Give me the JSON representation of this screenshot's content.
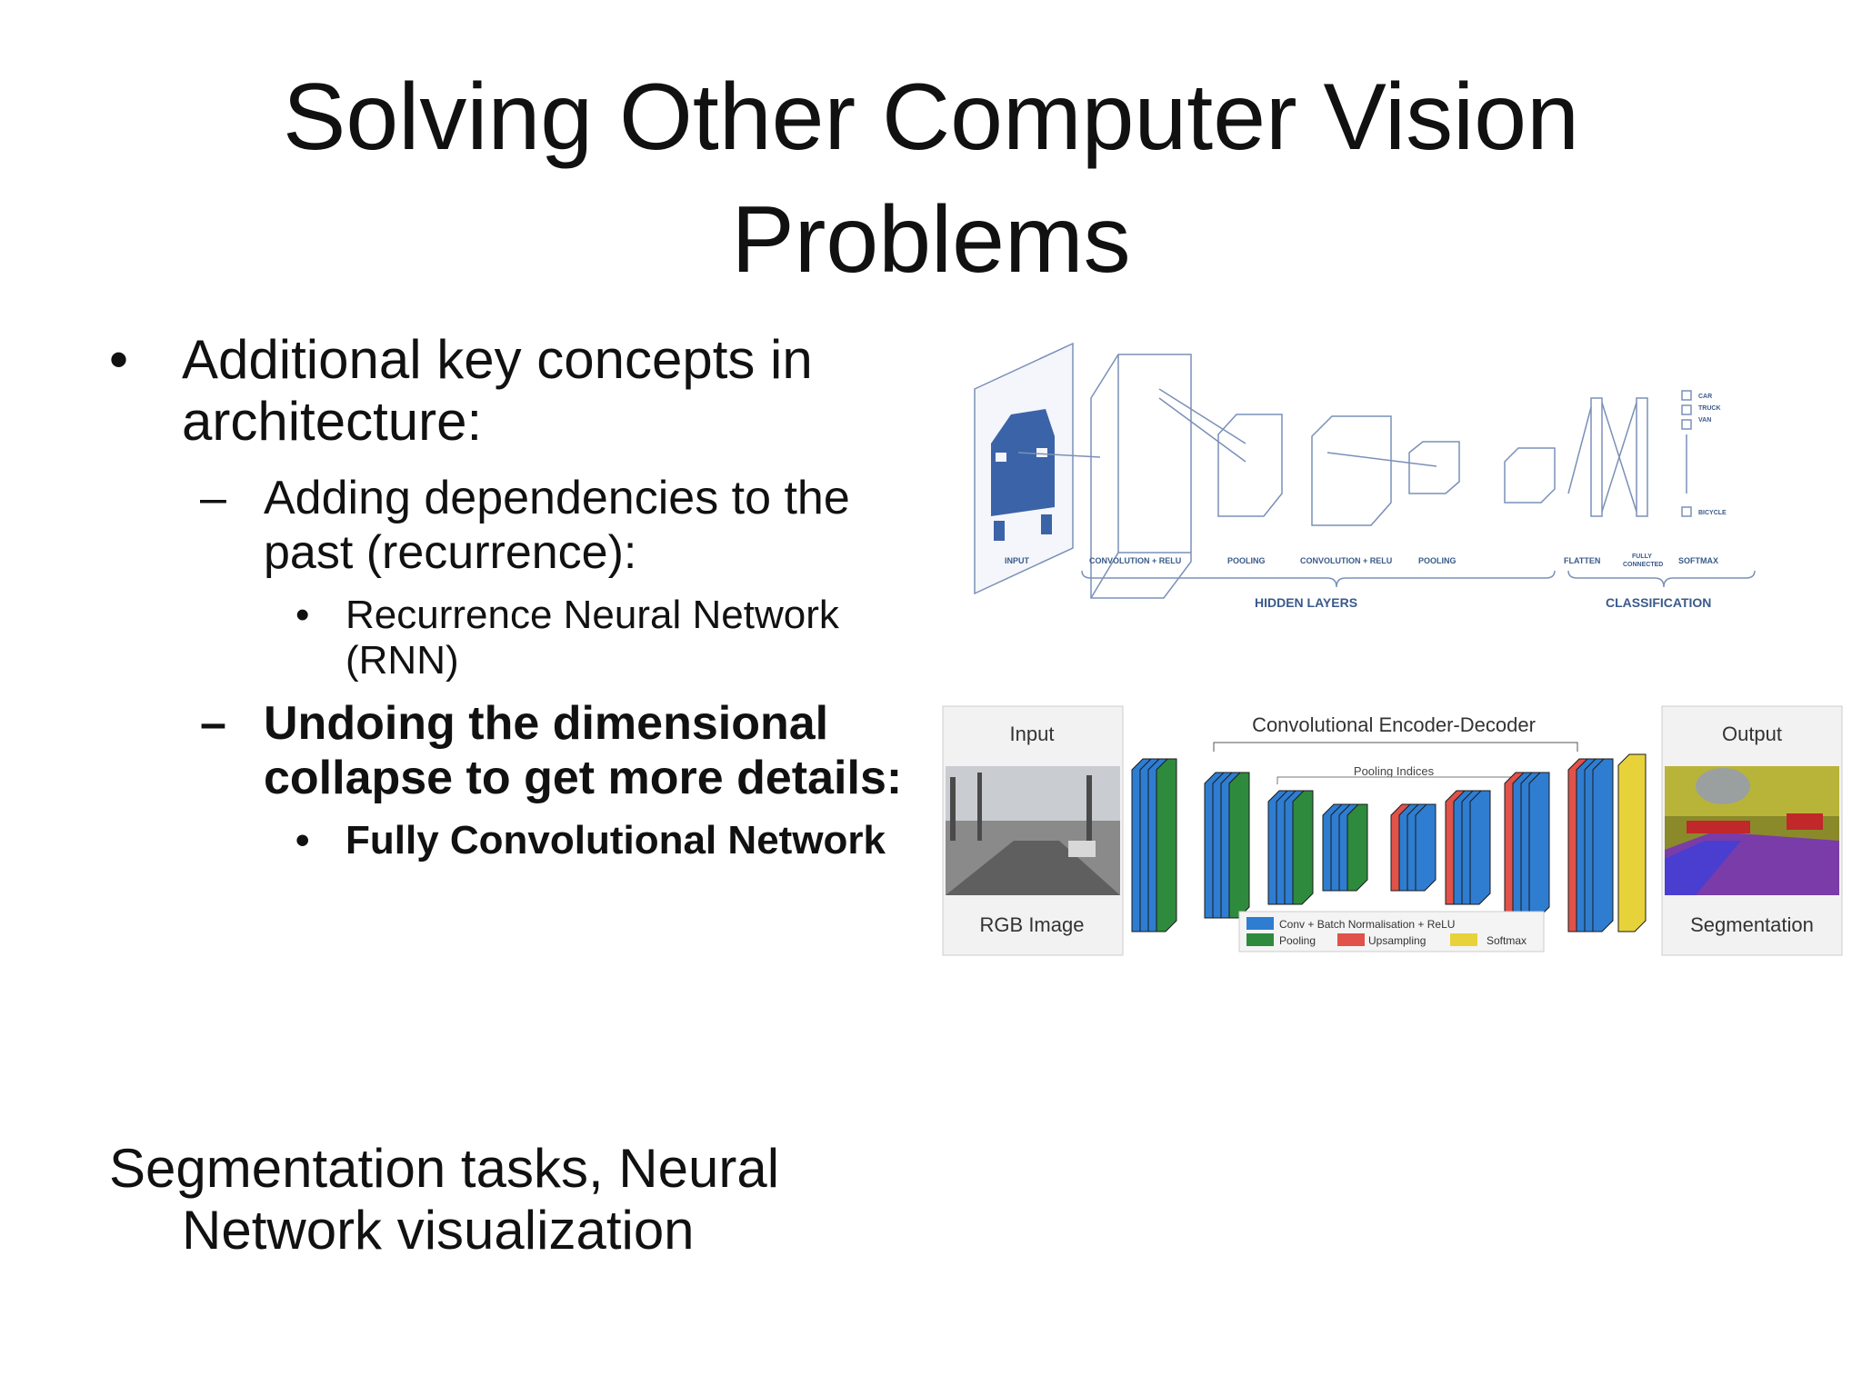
{
  "slide": {
    "title_line1": "Solving Other Computer Vision",
    "title_line2": "Problems",
    "bullets": {
      "l1": "Additional key concepts in architecture:",
      "l2a": "Adding dependencies to the past (recurrence):",
      "l3a": "Recurrence Neural Network (RNN)",
      "l2b": "Undoing the dimensional collapse to get more details:",
      "l3b": "Fully Convolutional Network"
    },
    "footer": {
      "line1": "Segmentation tasks, Neural",
      "line2": "Network visualization"
    }
  },
  "cnn_figure": {
    "labels": {
      "input": "INPUT",
      "conv1": "CONVOLUTION + RELU",
      "pool1": "POOLING",
      "conv2": "CONVOLUTION + RELU",
      "pool2": "POOLING",
      "flatten": "FLATTEN",
      "fc_line1": "FULLY",
      "fc_line2": "CONNECTED",
      "softmax": "SOFTMAX",
      "hidden": "HIDDEN LAYERS",
      "classification": "CLASSIFICATION",
      "car": "CAR",
      "truck": "TRUCK",
      "van": "VAN",
      "bicycle": "BICYCLE"
    }
  },
  "segnet_figure": {
    "input_label": "Input",
    "output_label": "Output",
    "encoder_title": "Convolutional Encoder-Decoder",
    "pooling_indices": "Pooling Indices",
    "rgb_label": "RGB Image",
    "seg_label": "Segmentation",
    "legend": {
      "conv": "Conv + Batch Normalisation + ReLU",
      "pooling": "Pooling",
      "upsampling": "Upsampling",
      "softmax": "Softmax"
    },
    "colors": {
      "conv": "#2e7dd1",
      "pooling": "#2e8b3d",
      "upsampling": "#e0524a",
      "softmax": "#e8d23a"
    }
  }
}
